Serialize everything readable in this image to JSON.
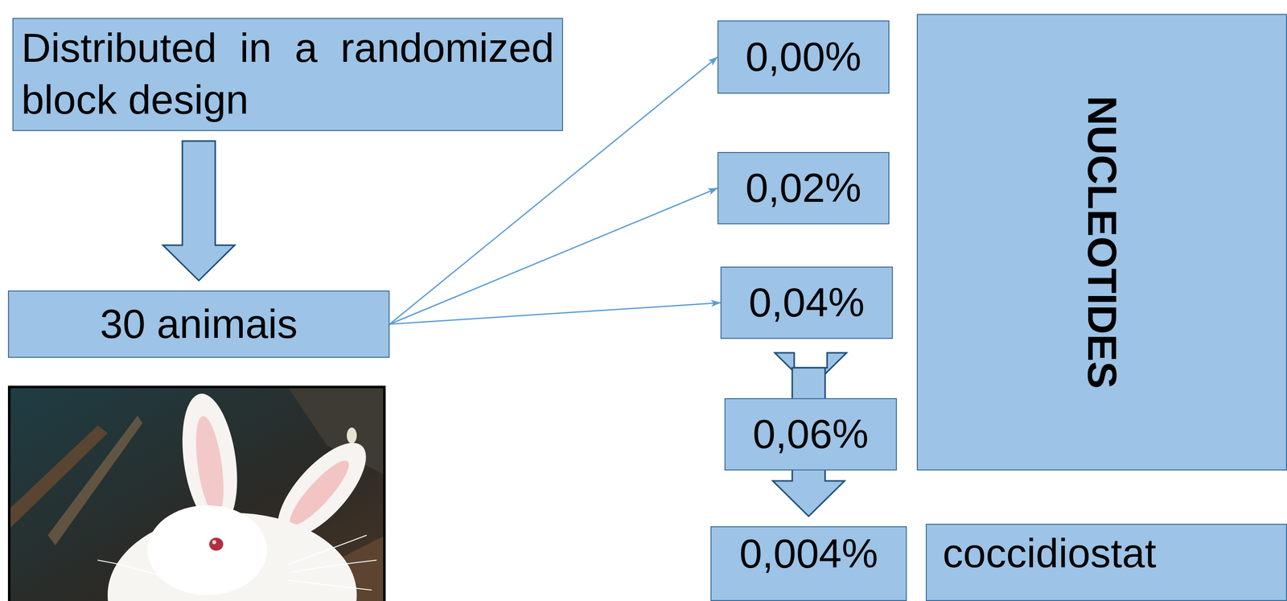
{
  "diagram": {
    "nodes": [
      {
        "text": [
          "Distributed in a randomized block design"
        ]
      },
      {
        "text": [
          "30 animais"
        ]
      },
      {
        "text": [
          "0,00%"
        ]
      },
      {
        "text": [
          "0,02%"
        ]
      },
      {
        "text": [
          "0,04%"
        ]
      },
      {
        "text": [
          "0,06%"
        ]
      },
      {
        "text": [
          "0,004%"
        ]
      },
      {
        "text": [
          "NUCLEOTIDES"
        ]
      },
      {
        "text": [
          "coccidiostat"
        ]
      }
    ],
    "edges": [
      {
        "from": 0,
        "to": 1,
        "arrow": "to"
      },
      {
        "from": 1,
        "to": 2,
        "arrow": "to"
      },
      {
        "from": 1,
        "to": 3,
        "arrow": "to"
      },
      {
        "from": 1,
        "to": 4,
        "arrow": "to"
      },
      {
        "from": 1,
        "to": 5,
        "arrow": "to"
      },
      {
        "from": 1,
        "to": 6,
        "arrow": "to"
      }
    ]
  }
}
